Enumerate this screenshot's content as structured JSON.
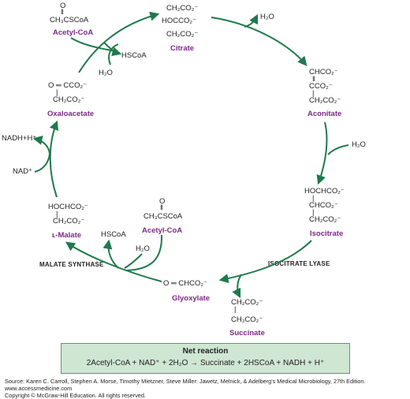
{
  "compounds": {
    "acetyl_coa_top": {
      "lines": [
        "O",
        "‖",
        "CH₃CSCoA"
      ],
      "name": "Acetyl-CoA"
    },
    "citrate": {
      "lines": [
        "CH₂CO₂⁻",
        "HOCCO₂⁻",
        "CH₂CO₂⁻"
      ],
      "name": "Citrate"
    },
    "aconitate": {
      "lines": [
        "CHCO₂⁻",
        "‖",
        "CCO₂⁻",
        "|",
        "CH₂CO₂⁻"
      ],
      "name": "Aconitate"
    },
    "isocitrate": {
      "lines": [
        "HOCHCO₂⁻",
        "|",
        "CHCO₂⁻",
        "|",
        "CH₂CO₂⁻"
      ],
      "name": "Isocitrate"
    },
    "glyoxylate": {
      "lines": [
        "O ═ CHCO₂⁻"
      ],
      "name": "Glyoxylate"
    },
    "succinate": {
      "lines": [
        "CH₂CO₂⁻",
        "|",
        "CH₂CO₂⁻"
      ],
      "name": "Succinate"
    },
    "acetyl_coa_mid": {
      "lines": [
        "O",
        "‖",
        "CH₃CSCoA"
      ],
      "name": "Acetyl-CoA"
    },
    "malate": {
      "lines": [
        "HOCHCO₂⁻",
        "|",
        "CH₂CO₂⁻"
      ],
      "name": "ʟ-Malate"
    },
    "oxaloacetate": {
      "lines": [
        "O ═ CCO₂⁻",
        "|",
        "CH₂CO₂⁻"
      ],
      "name": "Oxaloacetate"
    }
  },
  "side_labels": {
    "hscoa_top": "HSCoA",
    "h2o_top": "H₂O",
    "h2o_citrate": "H₂O",
    "h2o_aconitate": "H₂O",
    "hscoa_mid": "HSCoA",
    "h2o_mid": "H₂O",
    "nadh": "NADH+H⁺",
    "nad": "NAD⁺"
  },
  "enzymes": {
    "malate_synthase": "MALATE SYNTHASE",
    "isocitrate_lyase": "ISOCITRATE LYASE"
  },
  "net_reaction": {
    "title": "Net reaction",
    "equation": "2Acetyl-CoA + NAD⁺ + 2H₂O → Succinate + 2HSCoA + NADH + H⁺"
  },
  "source": {
    "line1": "Source: Karen C. Carroll, Stephen A. Morse, Timothy Mietzner, Steve Miller: Jawetz, Melnick, & Adelberg's Medical Microbiology, 27th Edition.",
    "line2": "www.accessmedicine.com",
    "line3": "Copyright © McGraw-Hill Education.  All rights reserved."
  },
  "colors": {
    "arrow": "#1f7a4d",
    "compound_name": "#7b2a86",
    "net_box": "#cfe6d3"
  }
}
